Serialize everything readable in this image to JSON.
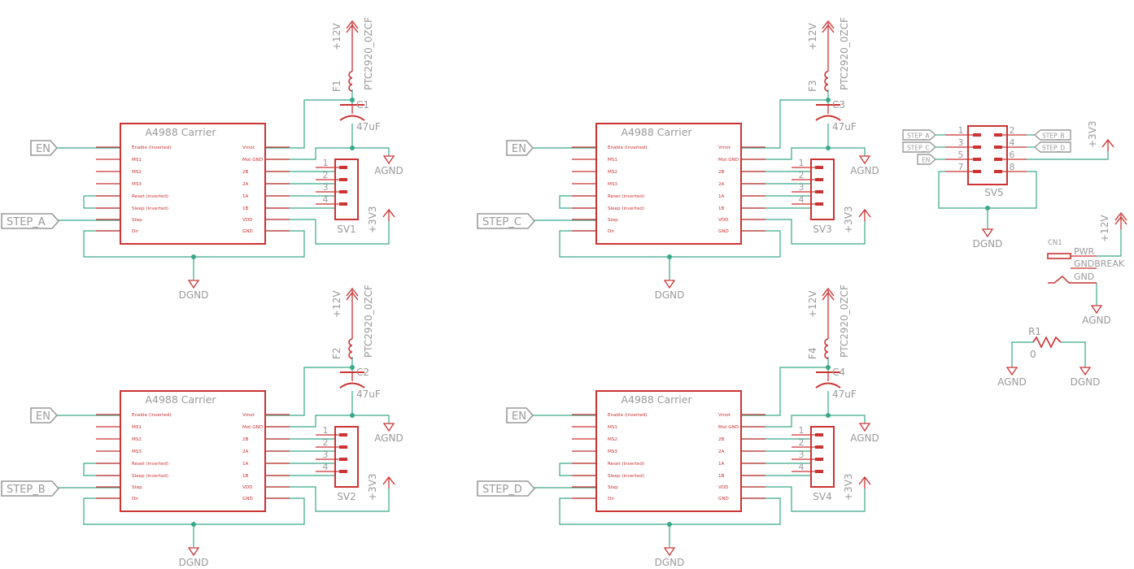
{
  "colors": {
    "wire": "#3aa88a",
    "part": "#cc3333",
    "label": "#9a9a9a",
    "junction": "#3aa88a",
    "background": "#ffffff"
  },
  "drivers": [
    {
      "chip_title": "A4988 Carrier",
      "pins_left": [
        "Enable (inverted)",
        "MS1",
        "MS2",
        "MS3",
        "Reset (inverted)",
        "Sleep (inverted)",
        "Step",
        "Dir"
      ],
      "pins_right": [
        "Vmot",
        "Mot GND",
        "2B",
        "2A",
        "1A",
        "1B",
        "VDD",
        "GND"
      ],
      "en_port": "EN",
      "step_port": "STEP_A",
      "fuse_ref": "F1",
      "fuse_value": "PTC2920_0ZCF",
      "cap_ref": "C1",
      "cap_value": "47uF",
      "power_12v": "+12V",
      "power_3v3": "+3V3",
      "agnd": "AGND",
      "dgnd": "DGND",
      "header_ref": "SV1",
      "header_pins": [
        "1",
        "2",
        "3",
        "4"
      ]
    },
    {
      "chip_title": "A4988 Carrier",
      "pins_left": [
        "Enable (inverted)",
        "MS1",
        "MS2",
        "MS3",
        "Reset (inverted)",
        "Sleep (inverted)",
        "Step",
        "Dir"
      ],
      "pins_right": [
        "Vmot",
        "Mot GND",
        "2B",
        "2A",
        "1A",
        "1B",
        "VDD",
        "GND"
      ],
      "en_port": "EN",
      "step_port": "STEP_C",
      "fuse_ref": "F3",
      "fuse_value": "PTC2920_0ZCF",
      "cap_ref": "C3",
      "cap_value": "47uF",
      "power_12v": "+12V",
      "power_3v3": "+3V3",
      "agnd": "AGND",
      "dgnd": "DGND",
      "header_ref": "SV3",
      "header_pins": [
        "1",
        "2",
        "3",
        "4"
      ]
    },
    {
      "chip_title": "A4988 Carrier",
      "pins_left": [
        "Enable (inverted)",
        "MS1",
        "MS2",
        "MS3",
        "Reset (inverted)",
        "Sleep (inverted)",
        "Step",
        "Dir"
      ],
      "pins_right": [
        "Vmot",
        "Mot GND",
        "2B",
        "2A",
        "1A",
        "1B",
        "VDD",
        "GND"
      ],
      "en_port": "EN",
      "step_port": "STEP_B",
      "fuse_ref": "F2",
      "fuse_value": "PTC2920_0ZCF",
      "cap_ref": "C2",
      "cap_value": "47uF",
      "power_12v": "+12V",
      "power_3v3": "+3V3",
      "agnd": "AGND",
      "dgnd": "DGND",
      "header_ref": "SV2",
      "header_pins": [
        "1",
        "2",
        "3",
        "4"
      ]
    },
    {
      "chip_title": "A4988 Carrier",
      "pins_left": [
        "Enable (inverted)",
        "MS1",
        "MS2",
        "MS3",
        "Reset (inverted)",
        "Sleep (inverted)",
        "Step",
        "Dir"
      ],
      "pins_right": [
        "Vmot",
        "Mot GND",
        "2B",
        "2A",
        "1A",
        "1B",
        "VDD",
        "GND"
      ],
      "en_port": "EN",
      "step_port": "STEP_D",
      "fuse_ref": "F4",
      "fuse_value": "PTC2920_0ZCF",
      "cap_ref": "C4",
      "cap_value": "47uF",
      "power_12v": "+12V",
      "power_3v3": "+3V3",
      "agnd": "AGND",
      "dgnd": "DGND",
      "header_ref": "SV4",
      "header_pins": [
        "1",
        "2",
        "3",
        "4"
      ]
    }
  ],
  "sv5": {
    "ref": "SV5",
    "pins_left": [
      "1",
      "3",
      "5",
      "7"
    ],
    "pins_right": [
      "2",
      "4",
      "6",
      "8"
    ],
    "ports_left": [
      "STEP_A",
      "STEP_C",
      "EN"
    ],
    "ports_right": [
      "STEP_B",
      "STEP_D"
    ],
    "power": "+3V3",
    "ground": "DGND"
  },
  "cn1": {
    "ref": "CN1",
    "pin_pwr": "PWR",
    "pin_gndbreak": "GNDBREAK",
    "pin_gnd": "GND",
    "power": "+12V",
    "ground": "AGND"
  },
  "r1": {
    "ref": "R1",
    "value": "0",
    "ground_left": "AGND",
    "ground_right": "DGND"
  }
}
